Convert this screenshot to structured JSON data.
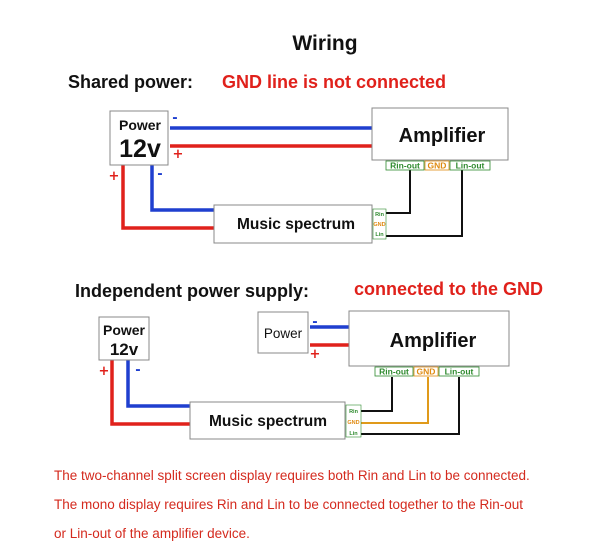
{
  "title": "Wiring",
  "shared": {
    "heading": "Shared power:",
    "note": "GND line is not connected",
    "power_label": "Power",
    "power_voltage": "12v",
    "amplifier": "Amplifier",
    "music": "Music spectrum",
    "minus": "-",
    "plus": "+",
    "ports": [
      "Rin-out",
      "GND",
      "Lin-out"
    ],
    "music_ports": [
      "Rin",
      "GND",
      "Lin"
    ]
  },
  "independent": {
    "heading": "Independent power supply:",
    "note": "connected to the GND",
    "power_label": "Power",
    "power_voltage": "12v",
    "power2_label": "Power",
    "amplifier": "Amplifier",
    "music": "Music spectrum",
    "minus": "-",
    "plus": "+",
    "ports": [
      "Rin-out",
      "GND",
      "Lin-out"
    ],
    "music_ports": [
      "Rin",
      "GND",
      "Lin"
    ]
  },
  "notes": [
    "The two-channel split screen display requires both Rin and Lin to be connected.",
    "The mono display requires Rin and Lin to be connected together to the Rin-out",
    "or Lin-out of the amplifier device."
  ],
  "colors": {
    "red_wire": "#e0211b",
    "blue_wire": "#1f3fcf",
    "black_wire": "#111111",
    "orange_wire": "#e09a1a",
    "port_green": "#2e8b2e",
    "port_orange": "#e08a10",
    "heading_red": "#e0211b"
  }
}
